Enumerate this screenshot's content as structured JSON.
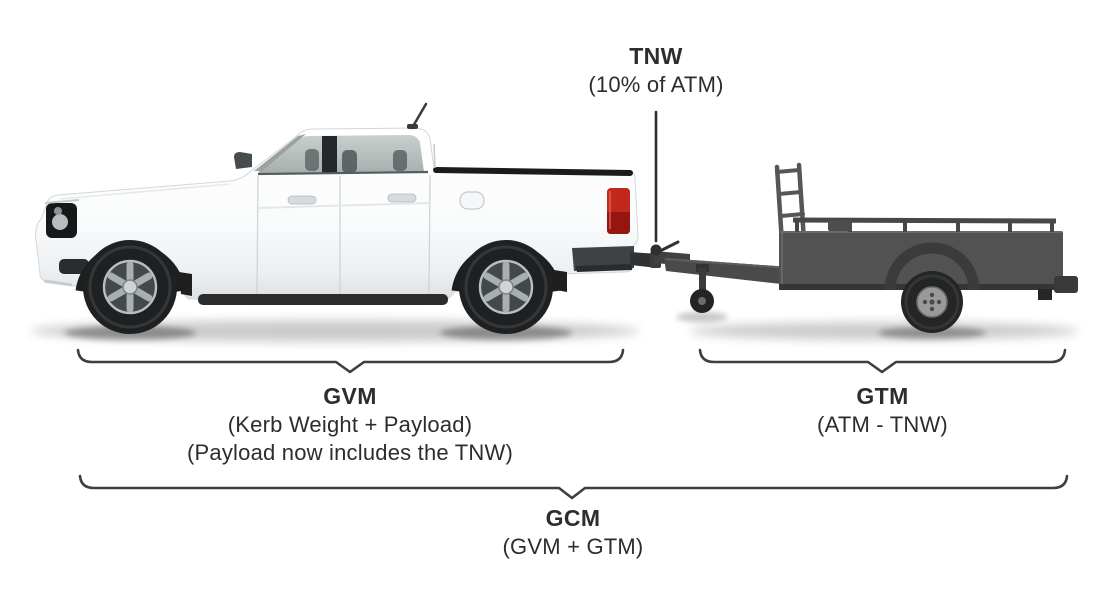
{
  "labels": {
    "tnw": {
      "title": "TNW",
      "line1": "(10% of ATM)"
    },
    "gvm": {
      "title": "GVM",
      "line1": "(Kerb Weight + Payload)",
      "line2": "(Payload now includes the TNW)"
    },
    "gtm": {
      "title": "GTM",
      "line1": "(ATM - TNW)"
    },
    "gcm": {
      "title": "GCM",
      "line1": "(GVM + GTM)"
    }
  },
  "colors": {
    "background": "#ffffff",
    "text": "#2d2d2d",
    "bracket": "#3f3f3f",
    "pointer": "#2f2f2f",
    "truck_body": "#ffffff",
    "truck_glass": "#b4bcba",
    "taillight": "#c2281c",
    "trailer_body": "#525252",
    "tyre": "#1f2021"
  }
}
